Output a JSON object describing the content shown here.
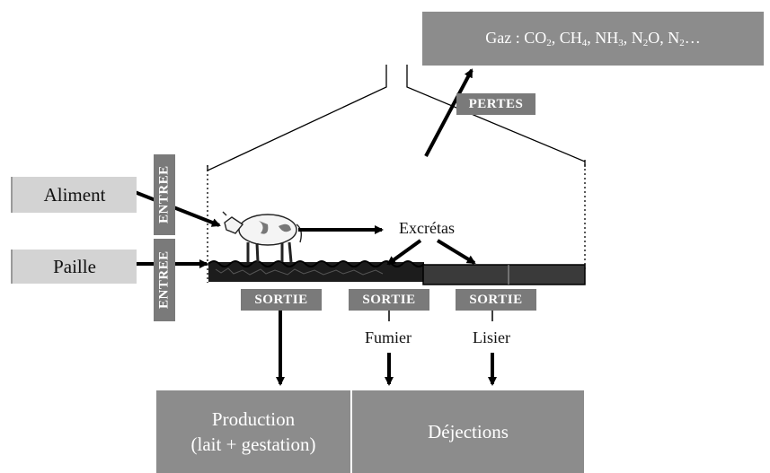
{
  "inputs": {
    "aliment": "Aliment",
    "paille": "Paille"
  },
  "tags": {
    "entree_top": "ENTREE",
    "entree_bottom": "ENTREE",
    "pertes": "PERTES",
    "sortie_production": "SORTIE",
    "sortie_fumier": "SORTIE",
    "sortie_lisier": "SORTIE"
  },
  "labels": {
    "excretas": "Excrétas",
    "fumier": "Fumier",
    "lisier": "Lisier"
  },
  "gas": {
    "prefix": "Gaz : ",
    "items": [
      {
        "base": "CO",
        "sub": "2"
      },
      {
        "base": "CH",
        "sub": "4"
      },
      {
        "base": "NH",
        "sub": "3"
      },
      {
        "base": "N",
        "sub": "2",
        "suffix": "O"
      },
      {
        "base": "N",
        "sub": "2"
      }
    ],
    "ellipsis": "…"
  },
  "outputs": {
    "production_line1": "Production",
    "production_line2": "(lait + gestation)",
    "dejections": "Déjections"
  },
  "colors": {
    "box_grey": "#8c8c8c",
    "input_grey": "#d3d3d3",
    "tag_grey": "#7a7a7a",
    "slurry": "#333333"
  },
  "icons": {
    "animal": "cow-icon",
    "litter": "straw-litter",
    "slurry": "slurry-pit"
  }
}
